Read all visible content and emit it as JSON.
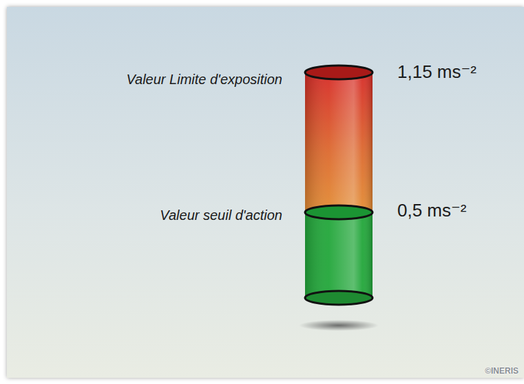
{
  "diagram": {
    "labels": [
      "Valeur Limite d'exposition",
      "1,15 ms⁻²",
      "Valeur seuil d'action",
      "0,5 ms⁻²",
      "©INERIS"
    ]
  }
}
